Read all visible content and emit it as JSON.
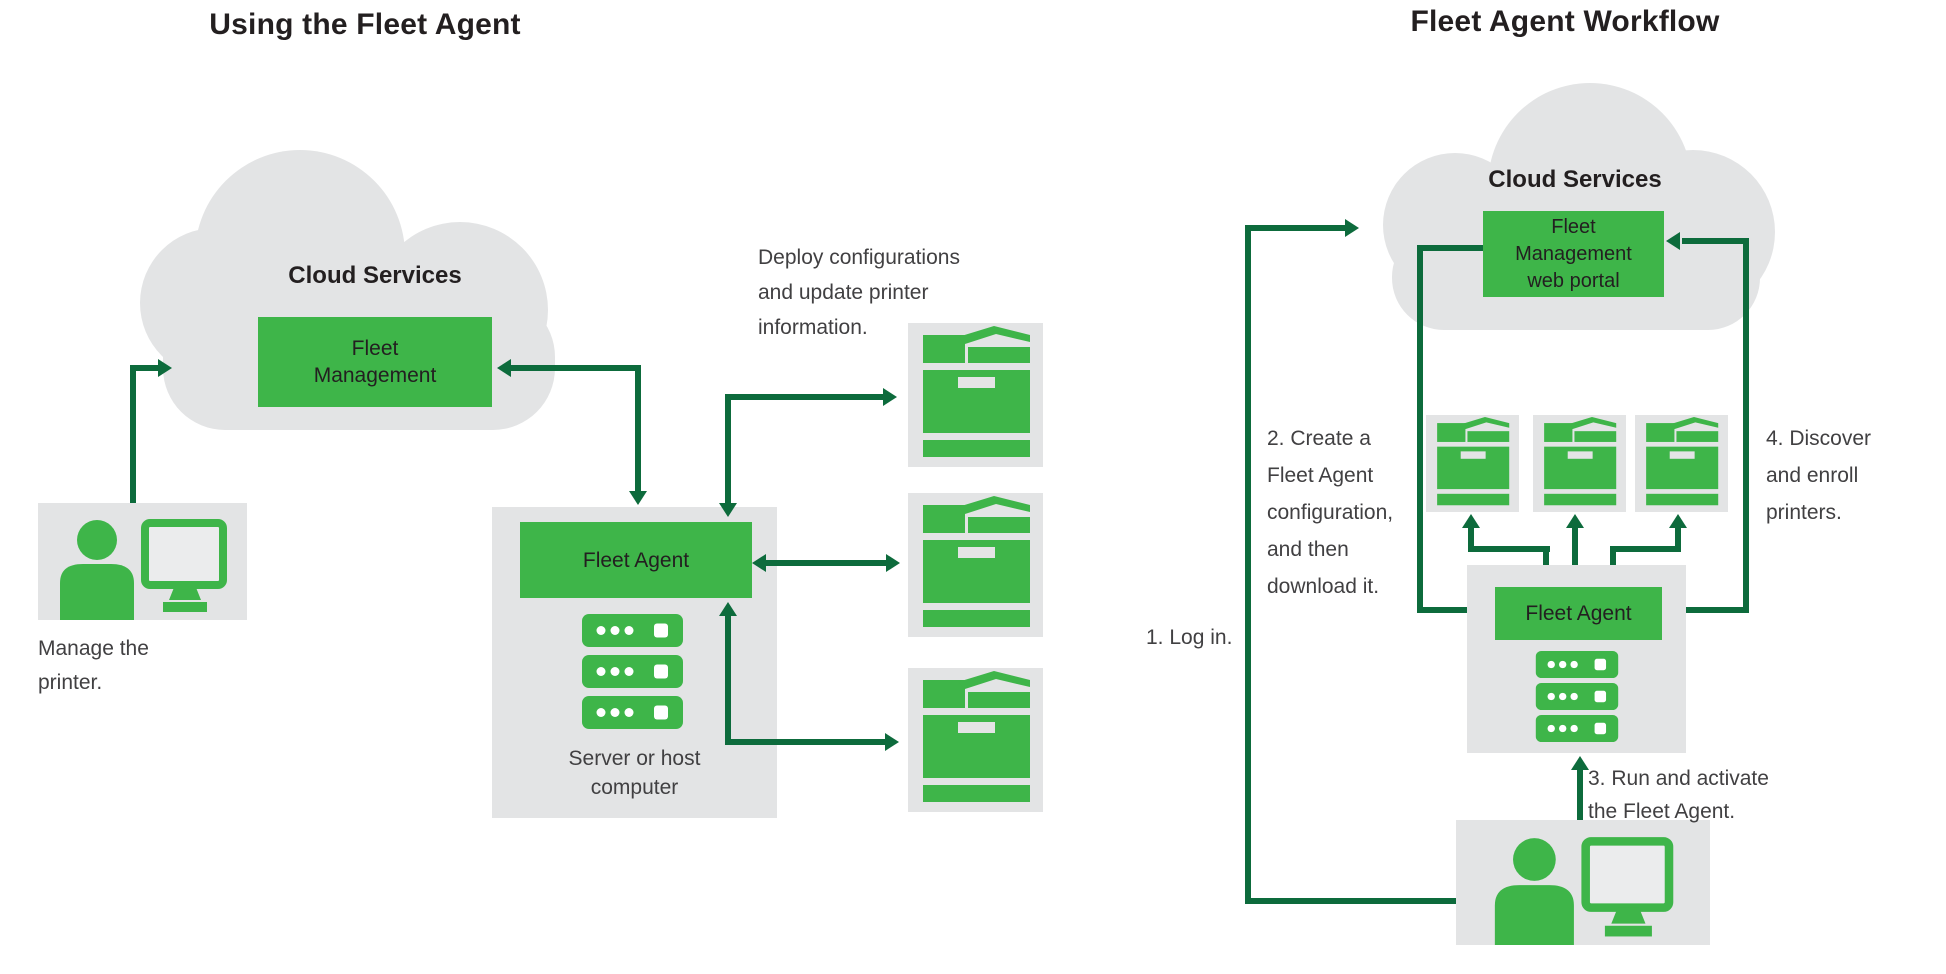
{
  "colors": {
    "green": "#3eb549",
    "dark_green": "#0d6b3c",
    "panel_gray": "#e3e4e5",
    "title_ink": "#231f20",
    "body_ink": "#414042"
  },
  "left": {
    "title": "Using the Fleet Agent",
    "cloud_label": "Cloud Services",
    "fleet_management_lines": [
      "Fleet",
      "Management"
    ],
    "fleet_agent_label": "Fleet Agent",
    "server_caption_lines": [
      "Server or host",
      "computer"
    ],
    "person_caption_lines": [
      "Manage the",
      "printer."
    ],
    "deploy_note_lines": [
      "Deploy configurations",
      "and update printer",
      "information."
    ]
  },
  "right": {
    "title": "Fleet Agent Workflow",
    "cloud_label": "Cloud Services",
    "portal_lines": [
      "Fleet",
      "Management",
      "web portal"
    ],
    "fleet_agent_label": "Fleet Agent",
    "steps": {
      "step1": "1. Log in.",
      "step2_lines": [
        "2. Create a",
        "Fleet Agent",
        "configuration,",
        "and then",
        "download it."
      ],
      "step3_lines": [
        "3. Run and activate",
        "the Fleet Agent."
      ],
      "step4_lines": [
        "4. Discover",
        "and enroll",
        "printers."
      ]
    }
  }
}
